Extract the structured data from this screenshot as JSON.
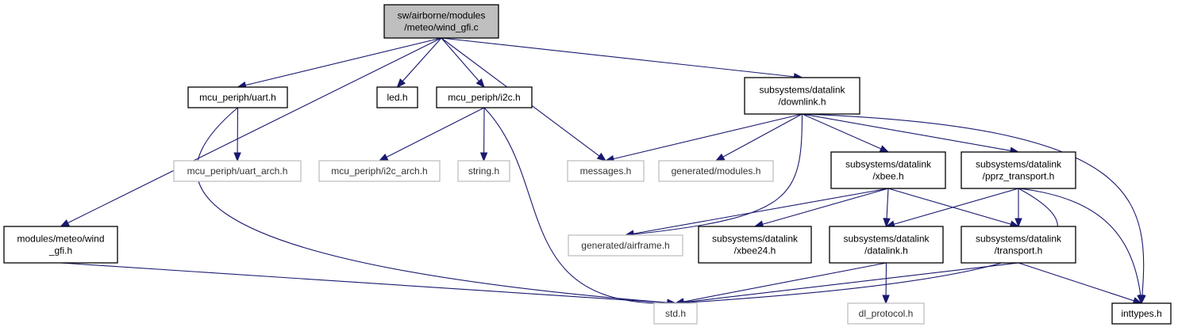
{
  "colors": {
    "edge": "#191970",
    "focus_fill": "#bfbfbf",
    "normal_border": "#000000",
    "missing_border": "#bfbfbf"
  },
  "nodes": {
    "wind_gfi_c": {
      "lines": [
        "sw/airborne/modules",
        "/meteo/wind_gfi.c"
      ],
      "style": "focus"
    },
    "uart_h": {
      "lines": [
        "mcu_periph/uart.h"
      ],
      "style": "normal"
    },
    "led_h": {
      "lines": [
        "led.h"
      ],
      "style": "normal"
    },
    "i2c_h": {
      "lines": [
        "mcu_periph/i2c.h"
      ],
      "style": "normal"
    },
    "downlink_h": {
      "lines": [
        "subsystems/datalink",
        "/downlink.h"
      ],
      "style": "normal"
    },
    "uart_arch_h": {
      "lines": [
        "mcu_periph/uart_arch.h"
      ],
      "style": "missing"
    },
    "i2c_arch_h": {
      "lines": [
        "mcu_periph/i2c_arch.h"
      ],
      "style": "missing"
    },
    "string_h": {
      "lines": [
        "string.h"
      ],
      "style": "missing"
    },
    "messages_h": {
      "lines": [
        "messages.h"
      ],
      "style": "missing"
    },
    "generated_modules_h": {
      "lines": [
        "generated/modules.h"
      ],
      "style": "missing"
    },
    "xbee_h": {
      "lines": [
        "subsystems/datalink",
        "/xbee.h"
      ],
      "style": "normal"
    },
    "pprz_transport_h": {
      "lines": [
        "subsystems/datalink",
        "/pprz_transport.h"
      ],
      "style": "normal"
    },
    "wind_gfi_h": {
      "lines": [
        "modules/meteo/wind",
        "_gfi.h"
      ],
      "style": "normal"
    },
    "generated_airframe_h": {
      "lines": [
        "generated/airframe.h"
      ],
      "style": "missing"
    },
    "xbee24_h": {
      "lines": [
        "subsystems/datalink",
        "/xbee24.h"
      ],
      "style": "normal"
    },
    "datalink_h": {
      "lines": [
        "subsystems/datalink",
        "/datalink.h"
      ],
      "style": "normal"
    },
    "transport_h": {
      "lines": [
        "subsystems/datalink",
        "/transport.h"
      ],
      "style": "normal"
    },
    "std_h": {
      "lines": [
        "std.h"
      ],
      "style": "missing"
    },
    "dl_protocol_h": {
      "lines": [
        "dl_protocol.h"
      ],
      "style": "missing"
    },
    "inttypes_h": {
      "lines": [
        "inttypes.h"
      ],
      "style": "normal"
    }
  },
  "edges": [
    [
      "wind_gfi_c",
      "wind_gfi_h"
    ],
    [
      "wind_gfi_c",
      "uart_h"
    ],
    [
      "wind_gfi_c",
      "led_h"
    ],
    [
      "wind_gfi_c",
      "i2c_h"
    ],
    [
      "wind_gfi_c",
      "messages_h"
    ],
    [
      "wind_gfi_c",
      "downlink_h"
    ],
    [
      "uart_h",
      "uart_arch_h"
    ],
    [
      "uart_h",
      "std_h"
    ],
    [
      "i2c_h",
      "i2c_arch_h"
    ],
    [
      "i2c_h",
      "string_h"
    ],
    [
      "i2c_h",
      "std_h"
    ],
    [
      "downlink_h",
      "messages_h"
    ],
    [
      "downlink_h",
      "generated_modules_h"
    ],
    [
      "downlink_h",
      "generated_airframe_h"
    ],
    [
      "downlink_h",
      "xbee_h"
    ],
    [
      "downlink_h",
      "pprz_transport_h"
    ],
    [
      "downlink_h",
      "inttypes_h"
    ],
    [
      "xbee_h",
      "generated_airframe_h"
    ],
    [
      "xbee_h",
      "xbee24_h"
    ],
    [
      "xbee_h",
      "datalink_h"
    ],
    [
      "xbee_h",
      "transport_h"
    ],
    [
      "pprz_transport_h",
      "datalink_h"
    ],
    [
      "pprz_transport_h",
      "transport_h"
    ],
    [
      "pprz_transport_h",
      "std_h"
    ],
    [
      "pprz_transport_h",
      "inttypes_h"
    ],
    [
      "wind_gfi_h",
      "std_h"
    ],
    [
      "datalink_h",
      "std_h"
    ],
    [
      "datalink_h",
      "dl_protocol_h"
    ],
    [
      "transport_h",
      "std_h"
    ],
    [
      "transport_h",
      "inttypes_h"
    ]
  ]
}
